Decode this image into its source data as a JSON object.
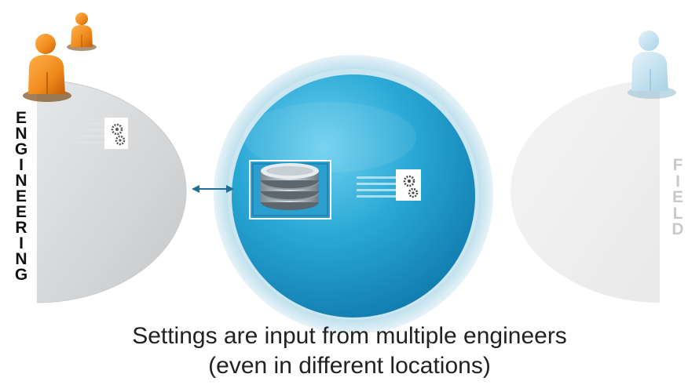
{
  "labels": {
    "engineering": "ENGINEERING",
    "field": "FIELD"
  },
  "caption": {
    "line1": "Settings are input from multiple engineers",
    "line2": "(even in different locations)"
  },
  "colors": {
    "engineer_figure": "#f08a1c",
    "field_figure": "#bfe0ef",
    "central_sphere": "#2aa9d6",
    "central_halo": "#d6ecf4",
    "engineering_half_disc": "#d3d5d7",
    "field_half_disc": "#eeeeee",
    "arrow": "#1f6f96"
  },
  "icons": [
    "person-icon",
    "database-icon",
    "settings-document-icon",
    "bidirectional-arrow-icon"
  ]
}
